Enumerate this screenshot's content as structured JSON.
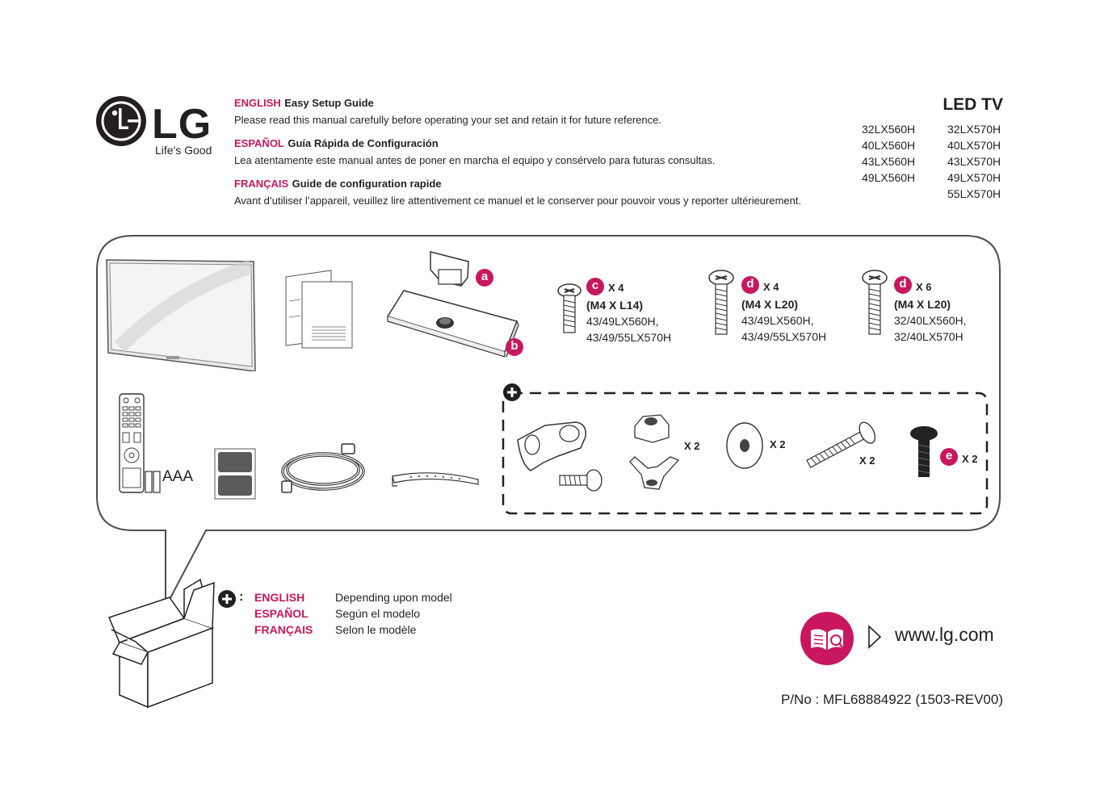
{
  "brand": {
    "logo_text": "LG",
    "slogan": "Life's Good",
    "accent_color": "#c8175e",
    "logo_color": "#231f20"
  },
  "languages": [
    {
      "lang": "ENGLISH",
      "title": "Easy Setup Guide",
      "text": "Please read this manual carefully before operating your set and retain it for future reference."
    },
    {
      "lang": "ESPAÑOL",
      "title": "Guía Rápida de Configuración",
      "text": "Lea atentamente este manual antes de poner en marcha el equipo y consérvelo para futuras consultas."
    },
    {
      "lang": "FRANÇAIS",
      "title": "Guide de configuration rapide",
      "text": "Avant d’utiliser l’appareil, veuillez lire attentivement ce manuel et le conserver pour pouvoir vous y reporter ultérieurement."
    }
  ],
  "product": {
    "title": "LED TV",
    "models_left": [
      "32LX560H",
      "40LX560H",
      "43LX560H",
      "49LX560H"
    ],
    "models_right": [
      "32LX570H",
      "40LX570H",
      "43LX570H",
      "49LX570H",
      "55LX570H"
    ]
  },
  "parts": {
    "stand_labels": [
      "a",
      "b"
    ],
    "screws": [
      {
        "badge": "c",
        "qty": "X 4",
        "size": "(M4 X L14)",
        "models": [
          "43/49LX560H,",
          "43/49/55LX570H"
        ]
      },
      {
        "badge": "d",
        "qty": "X 4",
        "size": "(M4 X L20)",
        "models": [
          "43/49LX560H,",
          "43/49/55LX570H"
        ]
      },
      {
        "badge": "d",
        "qty": "X 6",
        "size": "(M4 X L20)",
        "models": [
          "32/40LX560H,",
          "32/40LX570H"
        ]
      }
    ],
    "battery_label": "AAA",
    "optional": {
      "nut_qty": "X 2",
      "washer_qty": "X 2",
      "bolt_qty": "X 2",
      "screw_badge": "e",
      "screw_qty": "X 2"
    }
  },
  "legend": {
    "colon": ":",
    "rows": [
      {
        "lang": "ENGLISH",
        "text": "Depending upon model"
      },
      {
        "lang": "ESPAÑOL",
        "text": "Según el modelo"
      },
      {
        "lang": "FRANÇAIS",
        "text": "Selon le modèle"
      }
    ]
  },
  "footer": {
    "url": "www.lg.com",
    "part_number": "P/No : MFL68884922 (1503-REV00)"
  },
  "icons": [
    "lg-logo-icon",
    "plus-icon",
    "book-icon",
    "play-arrow-icon",
    "box-icon"
  ]
}
